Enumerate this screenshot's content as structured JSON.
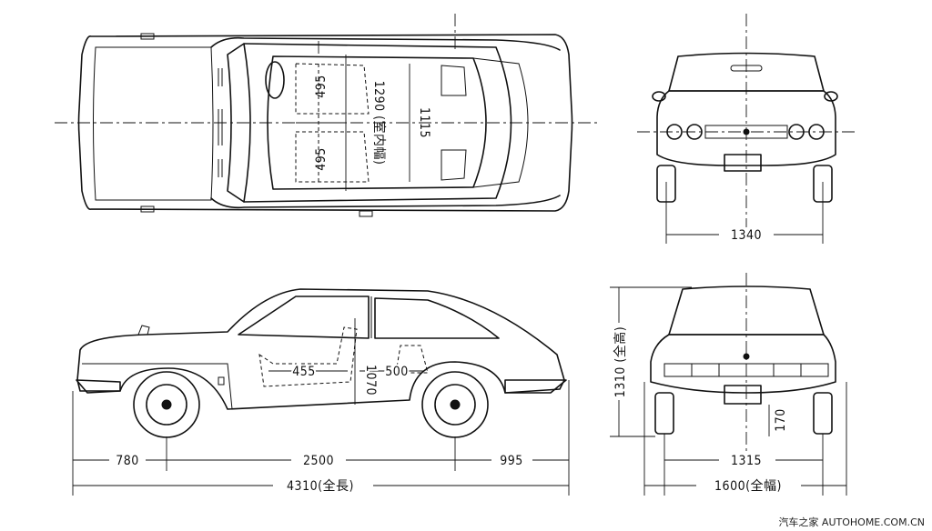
{
  "dimensions": {
    "rear_seat_width": "495",
    "front_seat_width": "495",
    "interior_width": "1290 (室内幅)",
    "seat_span": "1115",
    "front_track": "1340",
    "overall_height": "1310 (全高)",
    "ground_clearance": "170",
    "rear_track": "1315",
    "overall_width": "1600(全幅)",
    "front_overhang": "780",
    "wheelbase": "2500",
    "rear_overhang": "995",
    "overall_length": "4310(全長)",
    "front_seat_depth": "455",
    "seat_height": "1070",
    "rear_seat_depth": "500"
  },
  "watermark": "汽车之家 AUTOHOME.COM.CN"
}
